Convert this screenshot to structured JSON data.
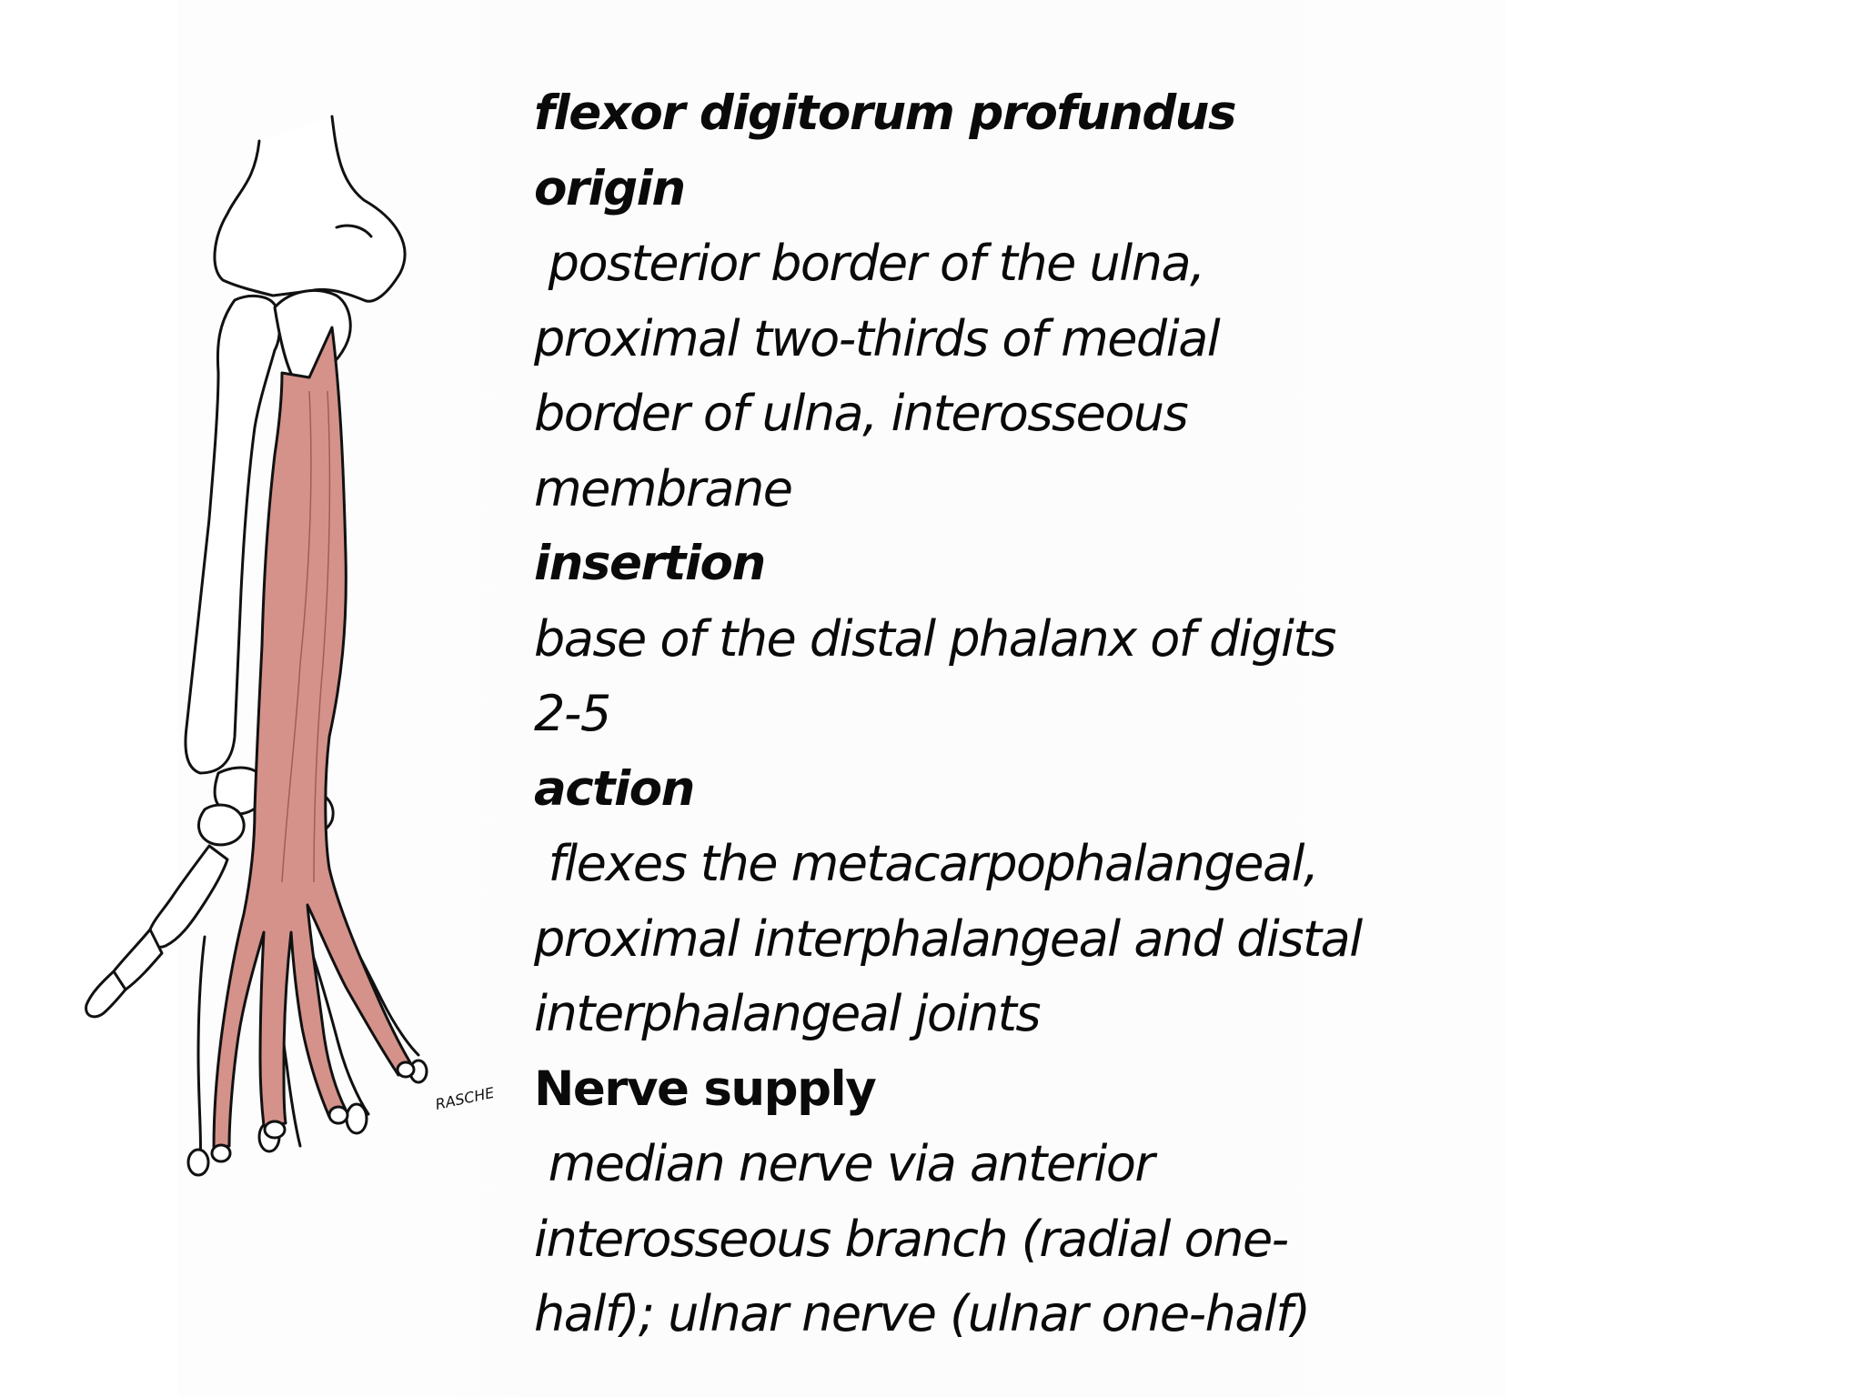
{
  "figure": {
    "signature_text": "RASCHE",
    "muscle_color": "#d4928a",
    "outline_color": "#111111"
  },
  "lines": [
    {
      "text": "flexor digitorum profundus",
      "style": "heading"
    },
    {
      "text": "origin",
      "style": "heading"
    },
    {
      "text": " posterior border of the ulna,",
      "style": "body"
    },
    {
      "text": "proximal two-thirds of medial",
      "style": "body"
    },
    {
      "text": "border of ulna, interosseous",
      "style": "body"
    },
    {
      "text": "membrane",
      "style": "body"
    },
    {
      "text": "insertion",
      "style": "heading"
    },
    {
      "text": "base of the distal phalanx of digits",
      "style": "body"
    },
    {
      "text": "2-5",
      "style": "body"
    },
    {
      "text": "action",
      "style": "heading"
    },
    {
      "text": " flexes the metacarpophalangeal,",
      "style": "body"
    },
    {
      "text": "proximal interphalangeal and distal",
      "style": "body"
    },
    {
      "text": "interphalangeal joints",
      "style": "body"
    },
    {
      "text": "Nerve supply",
      "style": "heading-upright"
    },
    {
      "text": " median nerve via anterior",
      "style": "body"
    },
    {
      "text": "interosseous branch (radial one-",
      "style": "body"
    },
    {
      "text": "half); ulnar nerve (ulnar one-half)",
      "style": "body"
    }
  ]
}
